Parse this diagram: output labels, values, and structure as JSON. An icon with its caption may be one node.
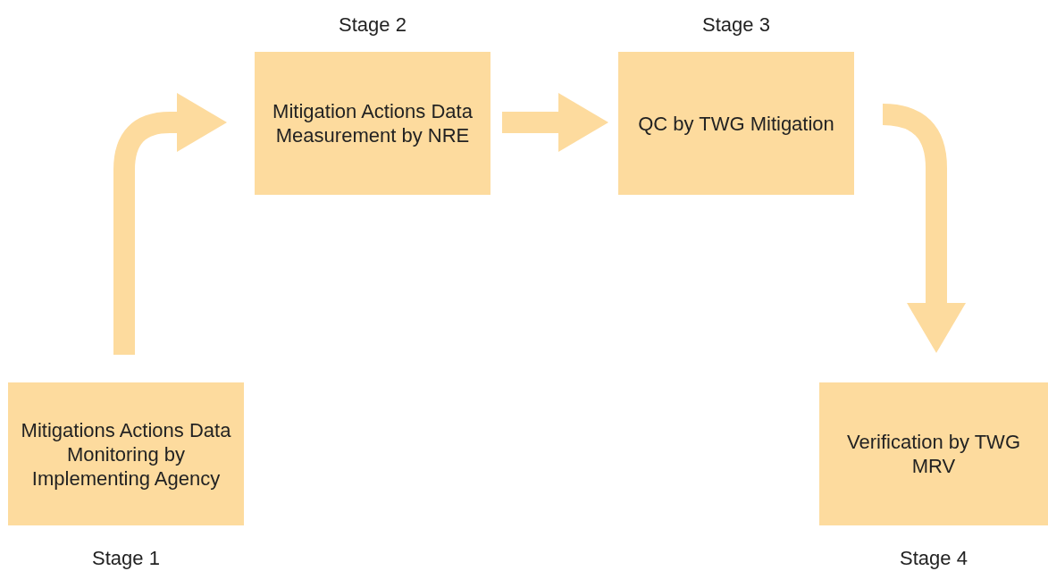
{
  "diagram": {
    "nodes": [
      {
        "text": [
          "Mitigations Actions Data Monitoring by Implementing Agency"
        ],
        "beside": [
          "Stage 1"
        ]
      },
      {
        "text": [
          "Mitigation Actions Data Measurement by NRE"
        ],
        "beside": [
          "Stage 2"
        ]
      },
      {
        "text": [
          "QC by TWG Mitigation"
        ],
        "beside": [
          "Stage 3"
        ]
      },
      {
        "text": [
          "Verification by TWG MRV"
        ],
        "beside": [
          "Stage 4"
        ]
      }
    ],
    "edges": [
      {
        "from": 0,
        "to": 1,
        "arrow": "to"
      },
      {
        "from": 1,
        "to": 2,
        "arrow": "to"
      },
      {
        "from": 2,
        "to": 3,
        "arrow": "to"
      }
    ]
  }
}
